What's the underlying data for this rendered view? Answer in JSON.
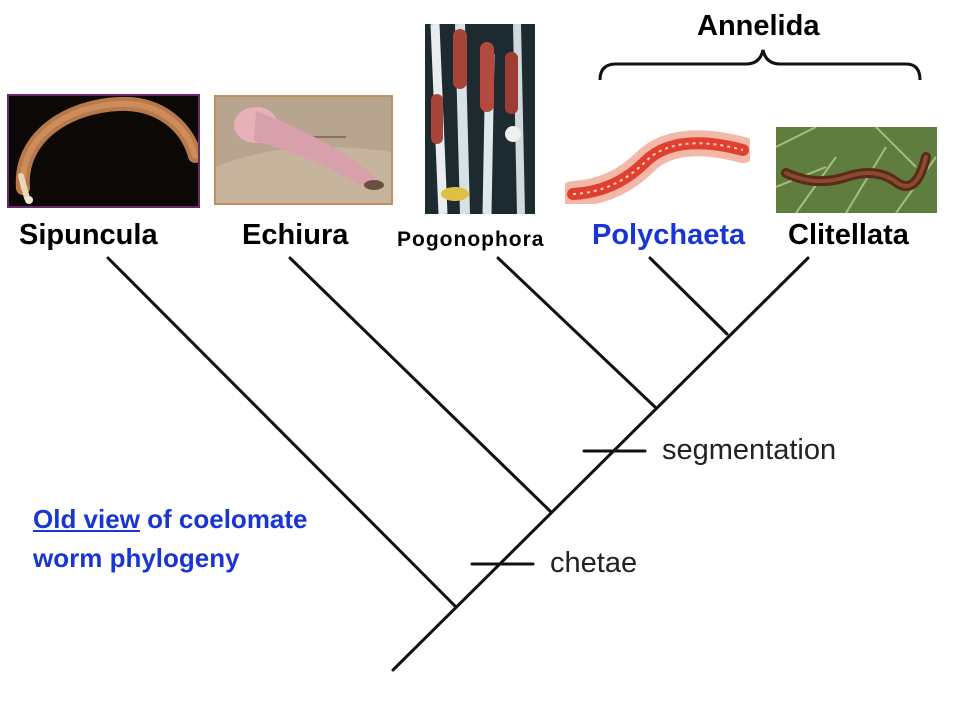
{
  "title_group": "Annelida",
  "taxa": [
    {
      "name": "Sipuncula",
      "color": "#000000"
    },
    {
      "name": "Echiura",
      "color": "#000000"
    },
    {
      "name": "Pogonophora",
      "color": "#000000"
    },
    {
      "name": "Polychaeta",
      "color": "#1a35d6"
    },
    {
      "name": "Clitellata",
      "color": "#000000"
    }
  ],
  "characters": {
    "segmentation": "segmentation",
    "chetae": "chetae"
  },
  "caption": {
    "link_text": "Old view",
    "rest": " of coelomate worm phylogeny"
  },
  "colors": {
    "accent_blue": "#1a35d6",
    "line": "#111111"
  }
}
